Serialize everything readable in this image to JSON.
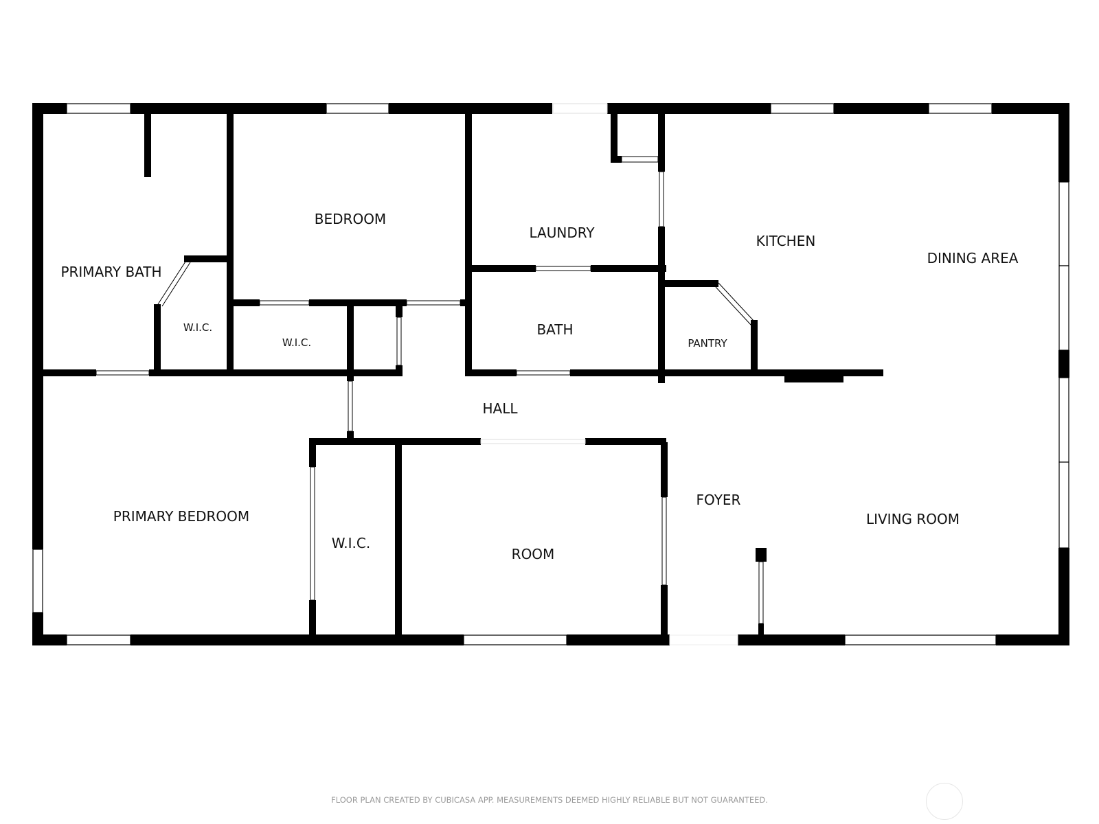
{
  "plan": {
    "rooms": {
      "primary_bath": "PRIMARY BATH",
      "wic_bath": "W.I.C.",
      "bedroom": "BEDROOM",
      "wic_bedroom": "W.I.C.",
      "laundry": "LAUNDRY",
      "bath": "BATH",
      "kitchen": "KITCHEN",
      "dining_area": "DINING AREA",
      "pantry": "PANTRY",
      "hall": "HALL",
      "primary_bedroom": "PRIMARY BEDROOM",
      "wic_primary": "W.I.C.",
      "room": "ROOM",
      "foyer": "FOYER",
      "living_room": "LIVING ROOM"
    },
    "colors": {
      "wall": "#000000",
      "background": "#ffffff",
      "footer_text": "#9a9a9a"
    }
  },
  "footer": {
    "disclaimer": "FLOOR PLAN CREATED BY CUBICASA APP. MEASUREMENTS DEEMED HIGHLY RELIABLE BUT NOT GUARANTEED."
  }
}
